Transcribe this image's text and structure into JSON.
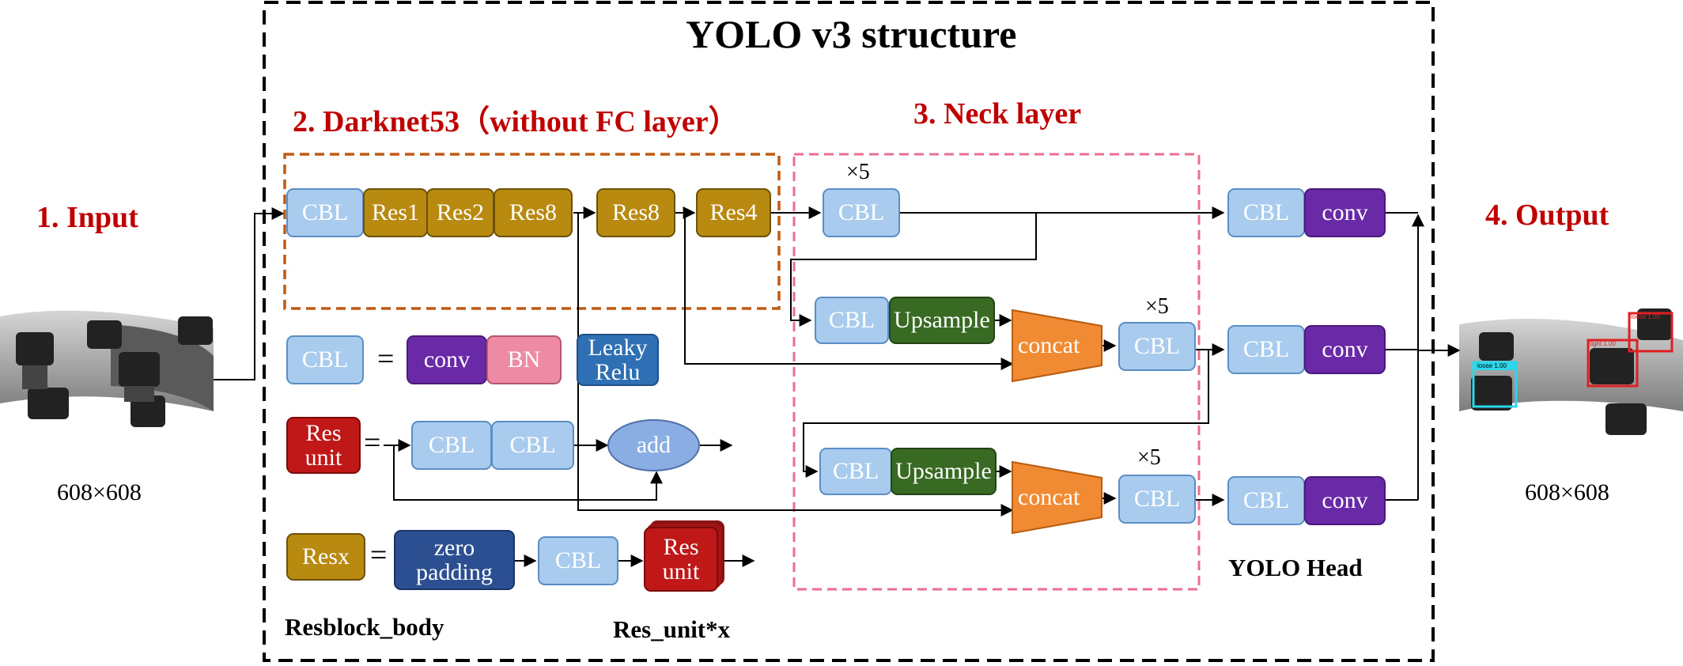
{
  "title": "YOLO v3 structure",
  "sections": {
    "input": "1. Input",
    "backbone": "2. Darknet53（without FC layer）",
    "neck": "3. Neck layer",
    "output": "4. Output"
  },
  "input_size": "608×608",
  "output_size": "608×608",
  "backbone_blocks": {
    "cbl": "CBL",
    "res1": "Res1",
    "res2": "Res2",
    "res8a": "Res8",
    "res8b": "Res8",
    "res4": "Res4"
  },
  "legend": {
    "cbl": "CBL",
    "equals": "=",
    "conv": "conv",
    "bn": "BN",
    "leaky_line1": "Leaky",
    "leaky_line2": "Relu",
    "resunit_line1": "Res",
    "resunit_line2": "unit",
    "resunit_cbl1": "CBL",
    "resunit_cbl2": "CBL",
    "add": "add",
    "resx": "Resx",
    "zero_line1": "zero",
    "zero_line2": "padding",
    "resx_cbl": "CBL",
    "resx_unit_line1": "Res",
    "resx_unit_line2": "unit",
    "resblock_body": "Resblock_body",
    "res_unit_x": "Res_unit*x"
  },
  "neck": {
    "top_mult": "×5",
    "top_cbl": "CBL",
    "row1_cbl": "CBL",
    "row1_upsample": "Upsample",
    "row1_concat": "concat",
    "row1_mult": "×5",
    "row1_out_cbl": "CBL",
    "row2_cbl": "CBL",
    "row2_upsample": "Upsample",
    "row2_concat": "concat",
    "row2_mult": "×5",
    "row2_out_cbl": "CBL"
  },
  "head": {
    "label": "YOLO Head",
    "cbl1": "CBL",
    "conv1": "conv",
    "cbl2": "CBL",
    "conv2": "conv",
    "cbl3": "CBL",
    "conv3": "conv"
  },
  "detections": {
    "left_box": "loose 1.00",
    "top_box": "loose 1.00",
    "mid_box": "tight 1.00"
  },
  "colors": {
    "cbl": "#a9cbed",
    "res": "#b88a10",
    "conv": "#6a2aa8",
    "bn": "#ee8aa4",
    "leaky_relu": "#2f6fb3",
    "res_unit": "#c01818",
    "upsample": "#386a23",
    "concat": "#f08a33",
    "zero_padding": "#2c4f92",
    "add": "#8aaee3",
    "section_title": "#c00000",
    "backbone_frame": "#c05a10",
    "neck_frame": "#ea6f8f"
  }
}
